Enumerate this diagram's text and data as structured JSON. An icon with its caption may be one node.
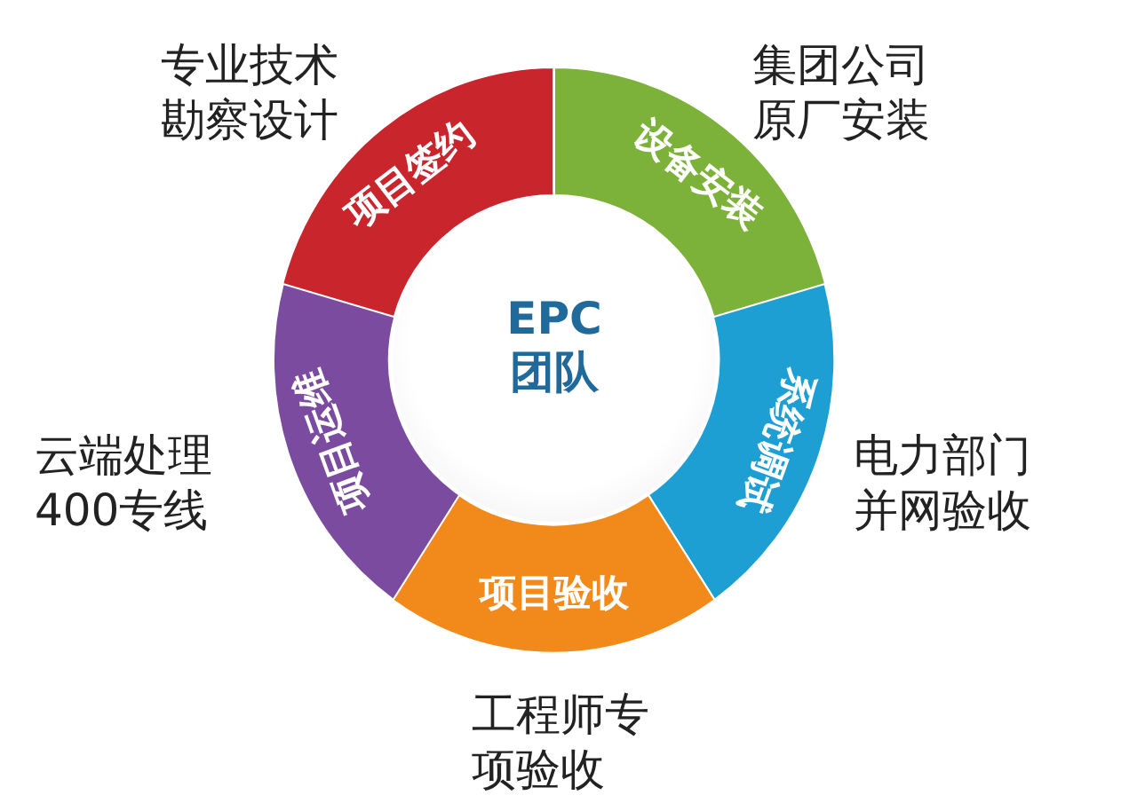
{
  "diagram": {
    "nodes": [
      {
        "text": [
          "项目签约"
        ],
        "beside": [
          "专业技术勘察设计"
        ]
      },
      {
        "text": [
          "设备安装"
        ],
        "beside": [
          "集团公司原厂安装"
        ]
      },
      {
        "text": [
          "系统调试"
        ],
        "beside": [
          "电力部门并网验收"
        ]
      },
      {
        "text": [
          "项目验收"
        ],
        "beside": [
          "工程师专项验收"
        ]
      },
      {
        "text": [
          "项目运维"
        ],
        "beside": [
          "云端处理400专线"
        ]
      },
      {
        "text": [
          "EPC团队"
        ]
      }
    ]
  }
}
